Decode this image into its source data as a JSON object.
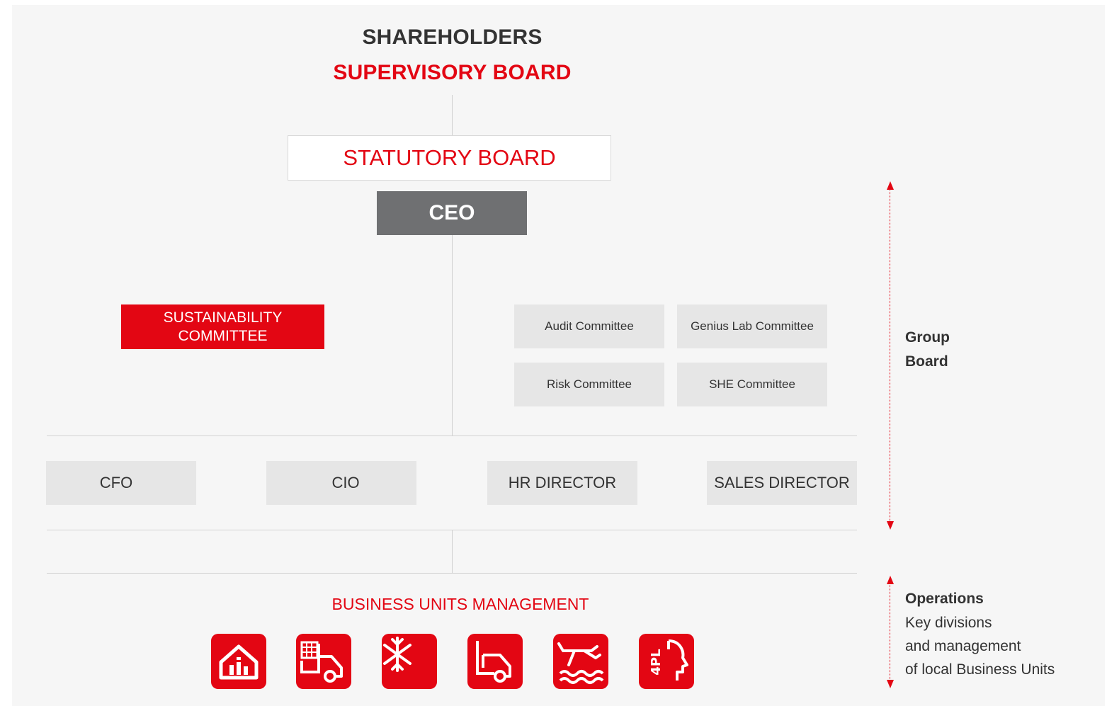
{
  "header": {
    "shareholders": "SHAREHOLDERS",
    "supervisory_board": "SUPERVISORY BOARD"
  },
  "statutory_board": "STATUTORY BOARD",
  "ceo": "CEO",
  "sustainability_committee": "SUSTAINABILITY COMMITTEE",
  "committees": [
    "Audit Committee",
    "Genius Lab Committee",
    "Risk Committee",
    "SHE Committee"
  ],
  "directors": [
    "CFO",
    "CIO",
    "HR DIRECTOR",
    "SALES DIRECTOR"
  ],
  "business_units": {
    "title": "BUSINESS UNITS MANAGEMENT",
    "icons": [
      "warehouse-icon",
      "truck-container-icon",
      "snowflake-icon",
      "delivery-truck-icon",
      "plane-ship-icon",
      "4pl-head-icon"
    ]
  },
  "side_labels": {
    "group_board_line1": "Group",
    "group_board_line2": "Board",
    "operations_title": "Operations",
    "operations_line1": "Key divisions",
    "operations_line2": "and management",
    "operations_line3": "of local Business Units"
  },
  "colors": {
    "accent": "#e30613",
    "ceo_box": "#6f7072",
    "box_gray": "#e6e6e6",
    "background": "#f6f6f6"
  }
}
